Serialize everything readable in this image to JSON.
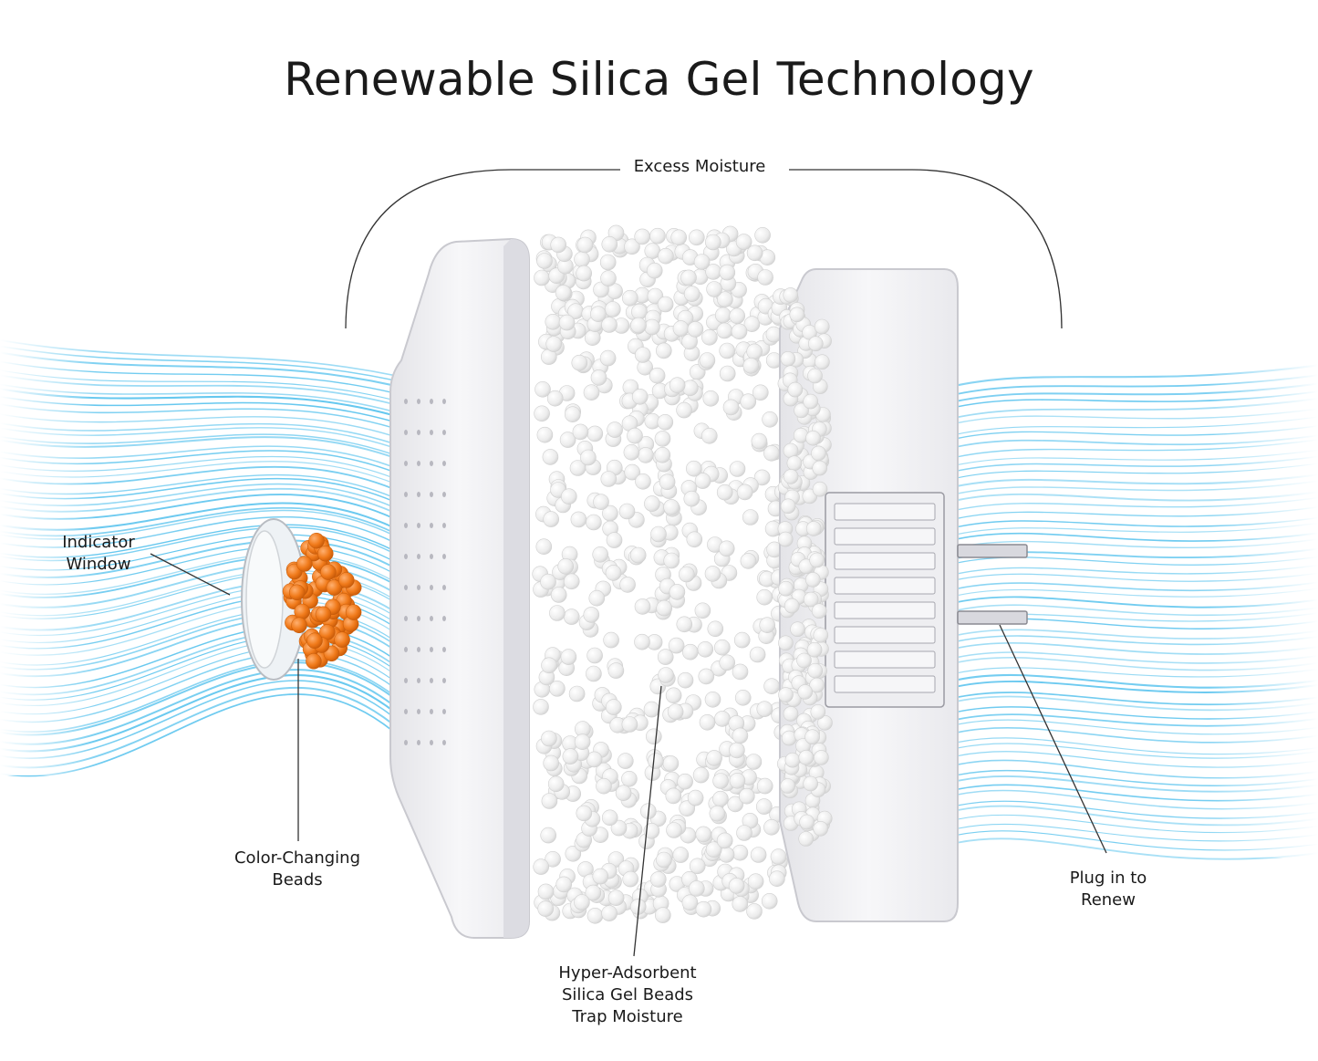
{
  "title": "Renewable Silica Gel Technology",
  "labels": {
    "excess_moisture": "Excess Moisture",
    "indicator_window": [
      "Indicator",
      "Window"
    ],
    "color_changing_beads": [
      "Color-Changing",
      "Beads"
    ],
    "silica_beads": [
      "Hyper-Adsorbent",
      "Silica Gel Beads",
      "Trap Moisture"
    ],
    "plug_in": [
      "Plug in to",
      "Renew"
    ]
  },
  "colors": {
    "airflow": "#5cc4ee",
    "orange_beads": "#f07a1a",
    "white_beads": "#f1f1f1",
    "housing": "#f5f5f7",
    "line": "#333333"
  }
}
